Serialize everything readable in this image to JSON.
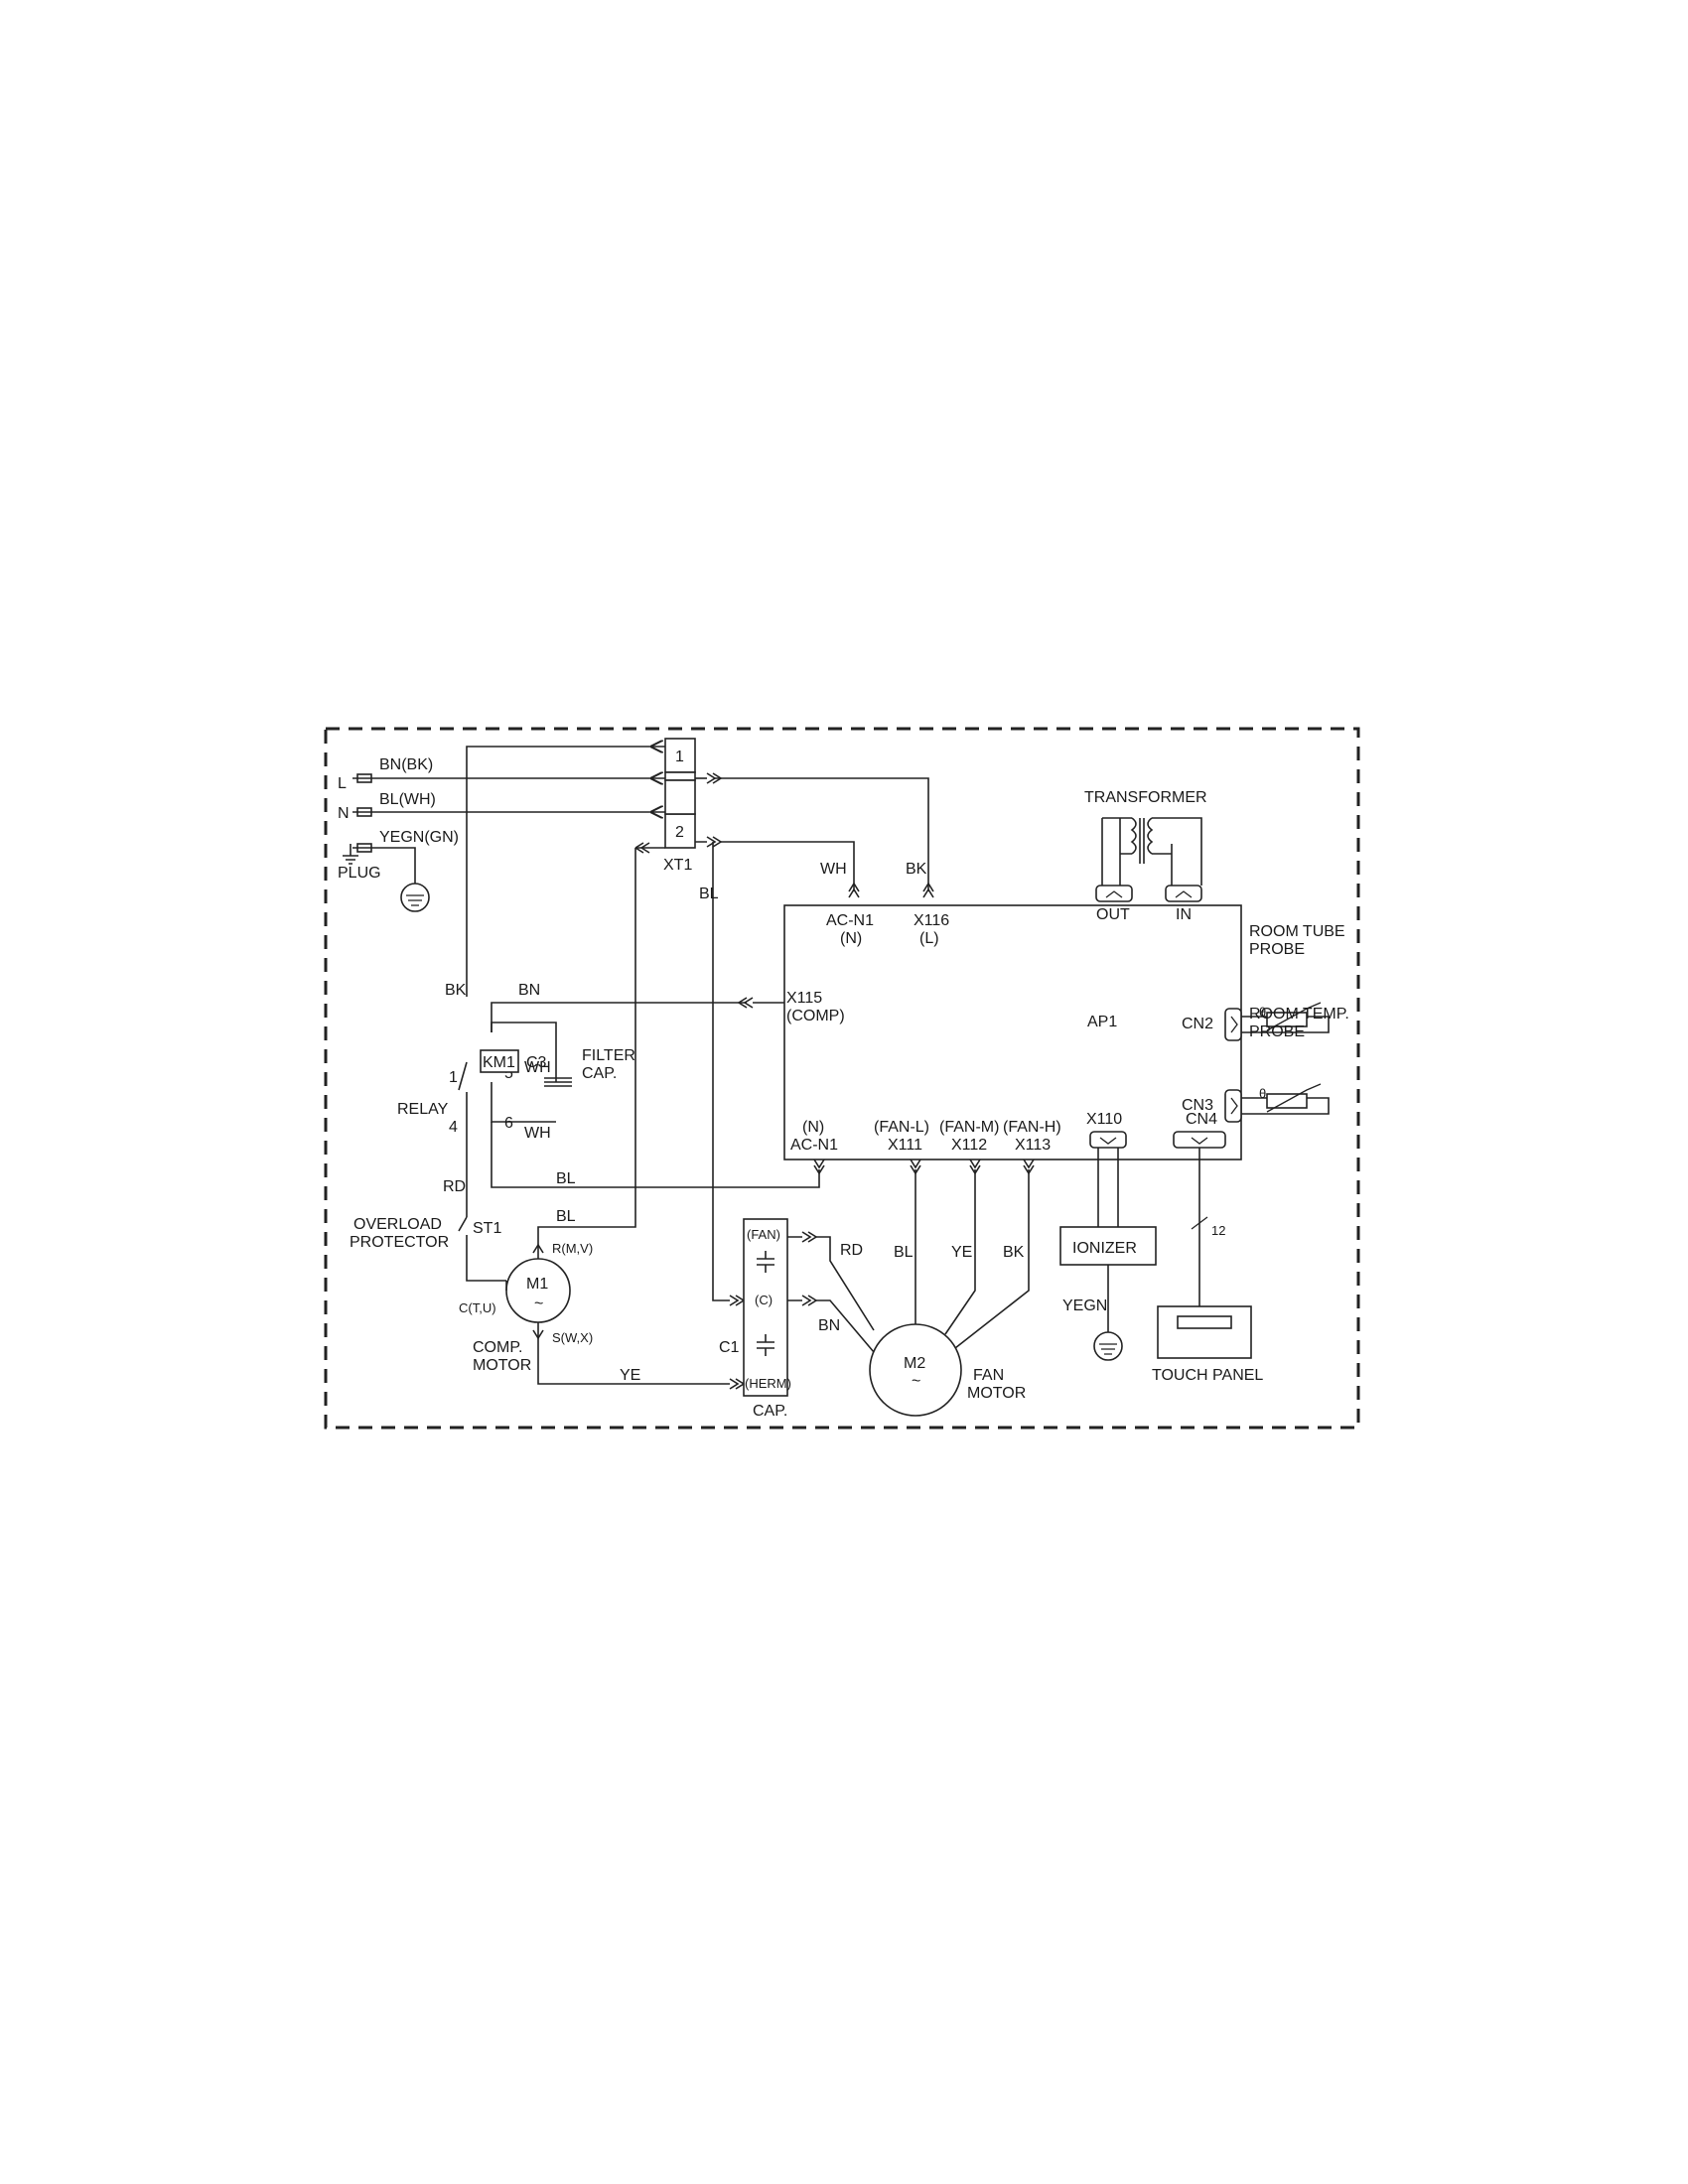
{
  "plug": {
    "l": "L",
    "n": "N",
    "l_wire": "BN(BK)",
    "n_wire": "BL(WH)",
    "ground_wire": "YEGN(GN)",
    "label": "PLUG"
  },
  "xt1": {
    "label": "XT1",
    "t1": "1",
    "t2": "2",
    "wire_bl": "BL"
  },
  "board": {
    "label": "AP1",
    "acn1_top": "AC-N1",
    "acn1_top_sub": "(N)",
    "wire_wh": "WH",
    "x116": "X116",
    "x116_sub": "(L)",
    "wire_bk": "BK",
    "x115": "X115",
    "x115_sub": "(COMP)",
    "acn1_bottom": "AC-N1",
    "acn1_bottom_sub": "(N)",
    "x111": "X111",
    "x111_sub": "(FAN-L)",
    "x112": "X112",
    "x112_sub": "(FAN-M)",
    "x113": "X113",
    "x113_sub": "(FAN-H)",
    "x110": "X110",
    "cn4": "CN4",
    "cn2": "CN2",
    "cn3": "CN3",
    "out": "OUT",
    "in": "IN"
  },
  "transformer": {
    "label": "TRANSFORMER"
  },
  "probes": {
    "tube_1": "ROOM TUBE",
    "tube_2": "PROBE",
    "temp_1": "ROOM TEMP.",
    "temp_2": "PROBE",
    "theta": "θ"
  },
  "relay": {
    "label": "RELAY",
    "km1": "KM1",
    "p1": "1",
    "p4": "4",
    "p5": "5",
    "p6": "6",
    "wire_bk": "BK",
    "wire_bn": "BN",
    "wire_wh_top": "WH",
    "wire_wh_bottom": "WH",
    "wire_rd": "RD",
    "wire_bl": "BL"
  },
  "filter_cap": {
    "c3": "C3",
    "line1": "FILTER",
    "line2": "CAP."
  },
  "overload": {
    "line1": "OVERLOAD",
    "line2": "PROTECTOR",
    "st1": "ST1"
  },
  "compressor": {
    "m1": "M1",
    "tilde": "~",
    "r": "R(M,V)",
    "c": "C(T,U)",
    "s": "S(W,X)",
    "line1": "COMP.",
    "line2": "MOTOR",
    "wire_bl": "BL",
    "wire_ye": "YE"
  },
  "run_cap": {
    "c1": "C1",
    "fan": "(FAN)",
    "c": "(C)",
    "herm": "(HERM)",
    "label": "CAP.",
    "wire_rd": "RD",
    "wire_bn": "BN"
  },
  "fan_motor": {
    "m2": "M2",
    "tilde": "~",
    "line1": "FAN",
    "line2": "MOTOR",
    "wire_bl": "BL",
    "wire_ye": "YE",
    "wire_bk": "BK"
  },
  "ionizer": {
    "label": "IONIZER",
    "wire": "YEGN"
  },
  "touch_panel": {
    "label": "TOUCH PANEL",
    "count": "12"
  }
}
